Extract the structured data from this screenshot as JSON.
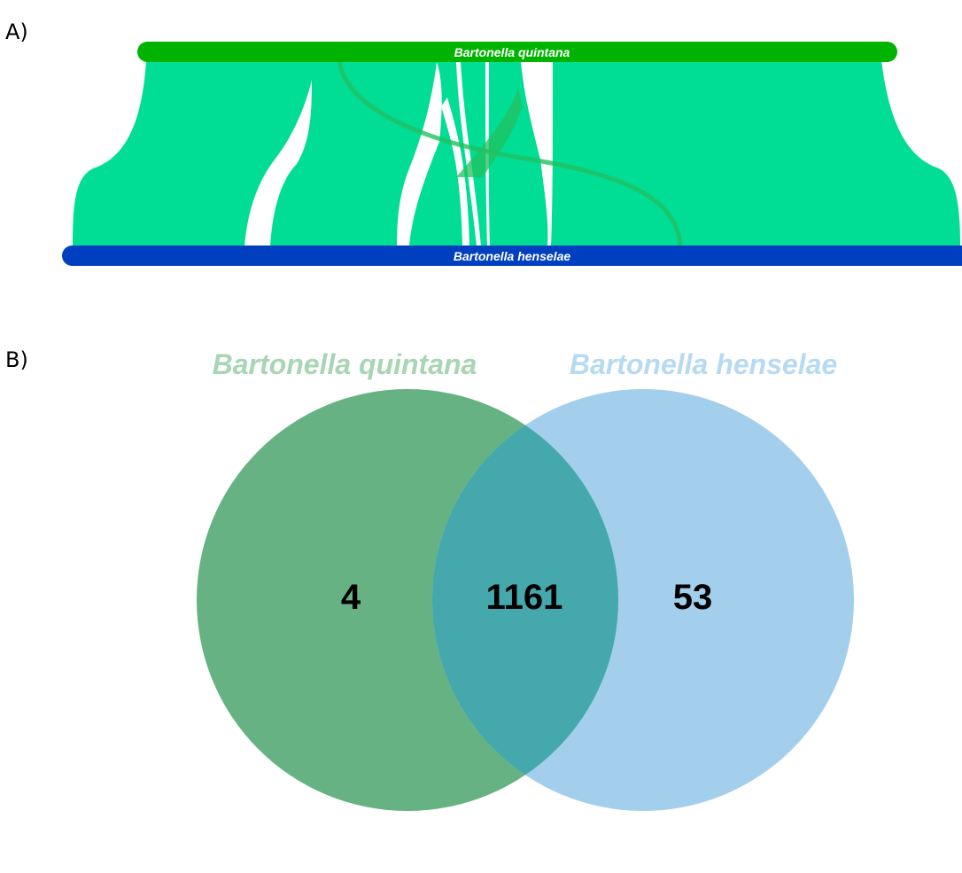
{
  "panels": {
    "a_label": "A)",
    "b_label": "B)"
  },
  "synteny": {
    "top_genome": "Bartonella quintana",
    "bottom_genome": "Bartonella henselae",
    "colors": {
      "top_bar": "#00b300",
      "bottom_bar": "#0040c0",
      "block": "#00dd95",
      "inverted_block": "#22c060"
    }
  },
  "venn": {
    "set_a": {
      "name": "Bartonella quintana",
      "unique": "4",
      "color": "#66b282",
      "title_color": "#a8d5b5"
    },
    "set_b": {
      "name": "Bartonella henselae",
      "unique": "53",
      "color": "#a3cfed",
      "title_color": "#b7daf3"
    },
    "shared": "1161",
    "overlap_color": "#44a8ad"
  }
}
